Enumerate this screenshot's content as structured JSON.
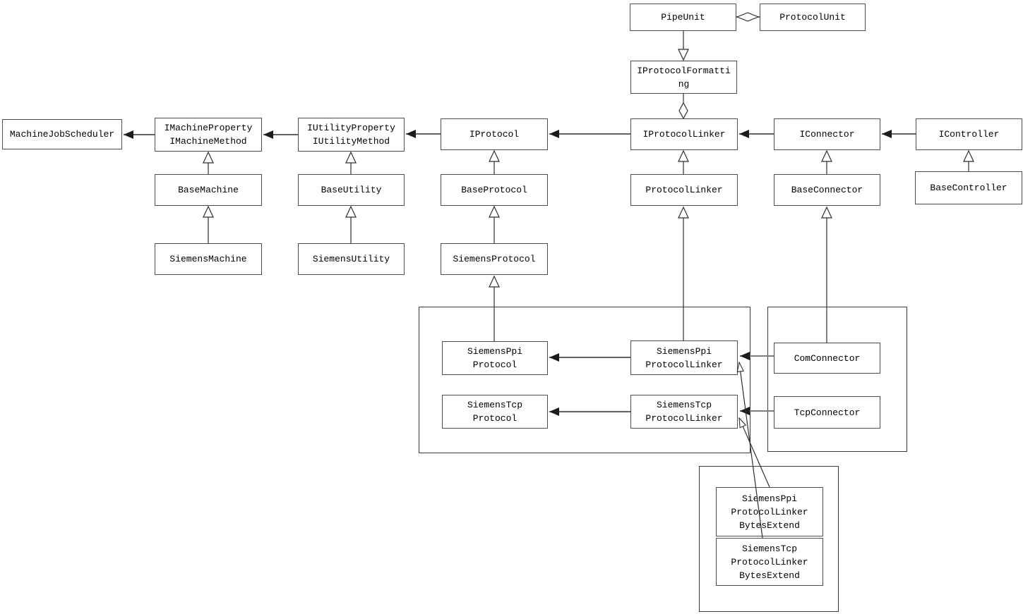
{
  "diagram": {
    "title": "UML class diagram - Siemens machine / protocol / connector hierarchy",
    "colors": {
      "background": "#ffffff",
      "line": "#2f2f2f",
      "gray_line": "#7d7d7d",
      "box_border": "#4d4d4d",
      "group_border": "#3a3a3a",
      "text": "#000000"
    },
    "classes": {
      "pipe_unit": "PipeUnit",
      "protocol_unit": "ProtocolUnit",
      "iprotocol_formatting": "IProtocolFormatti\nng",
      "machine_job_scheduler": "MachineJobScheduler",
      "imachine": "IMachineProperty\nIMachineMethod",
      "iutility": "IUtilityProperty\nIUtilityMethod",
      "iprotocol": "IProtocol",
      "iprotocol_linker": "IProtocolLinker",
      "iconnector": "IConnector",
      "icontroller": "IController",
      "base_machine": "BaseMachine",
      "base_utility": "BaseUtility",
      "base_protocol": "BaseProtocol",
      "protocol_linker": "ProtocolLinker",
      "base_connector": "BaseConnector",
      "base_controller": "BaseController",
      "siemens_machine": "SiemensMachine",
      "siemens_utility": "SiemensUtility",
      "siemens_protocol": "SiemensProtocol",
      "siemens_ppi_protocol": "SiemensPpi\nProtocol",
      "siemens_tcp_protocol": "SiemensTcp\nProtocol",
      "siemens_ppi_protocol_linker": "SiemensPpi\nProtocolLinker",
      "siemens_tcp_protocol_linker": "SiemensTcp\nProtocolLinker",
      "com_connector": "ComConnector",
      "tcp_connector": "TcpConnector",
      "siemens_ppi_protocol_linker_bytes_extend": "SiemensPpi\nProtocolLinker\nBytesExtend",
      "siemens_tcp_protocol_linker_bytes_extend": "SiemensTcp\nProtocolLinker\nBytesExtend"
    },
    "relationships": [
      {
        "from": "PipeUnit",
        "to": "ProtocolUnit",
        "type": "aggregation-open-diamond"
      },
      {
        "from": "PipeUnit",
        "to": "IProtocolFormatting",
        "type": "generalization-open-triangle-down"
      },
      {
        "from": "IProtocolFormatting",
        "to": "IProtocolLinker",
        "type": "aggregation-open-diamond"
      },
      {
        "from": "IMachineProperty/IMachineMethod",
        "to": "MachineJobScheduler",
        "type": "directed-association-solid-arrow"
      },
      {
        "from": "IUtilityProperty/IUtilityMethod",
        "to": "IMachineProperty/IMachineMethod",
        "type": "directed-association-solid-arrow"
      },
      {
        "from": "IProtocol",
        "to": "IUtilityProperty/IUtilityMethod",
        "type": "directed-association-solid-arrow"
      },
      {
        "from": "IProtocolLinker",
        "to": "IProtocol",
        "type": "directed-association-solid-arrow"
      },
      {
        "from": "IConnector",
        "to": "IProtocolLinker",
        "type": "directed-association-solid-arrow"
      },
      {
        "from": "IController",
        "to": "IConnector",
        "type": "directed-association-solid-arrow"
      },
      {
        "from": "BaseMachine",
        "to": "IMachineProperty/IMachineMethod",
        "type": "generalization"
      },
      {
        "from": "SiemensMachine",
        "to": "BaseMachine",
        "type": "generalization"
      },
      {
        "from": "BaseUtility",
        "to": "IUtilityProperty/IUtilityMethod",
        "type": "generalization"
      },
      {
        "from": "SiemensUtility",
        "to": "BaseUtility",
        "type": "generalization"
      },
      {
        "from": "BaseProtocol",
        "to": "IProtocol",
        "type": "generalization"
      },
      {
        "from": "SiemensProtocol",
        "to": "BaseProtocol",
        "type": "generalization"
      },
      {
        "from": "ProtocolLinker",
        "to": "IProtocolLinker",
        "type": "generalization"
      },
      {
        "from": "BaseConnector",
        "to": "IConnector",
        "type": "generalization"
      },
      {
        "from": "BaseController",
        "to": "IController",
        "type": "generalization"
      },
      {
        "from": "SiemensPpiProtocol",
        "to": "SiemensProtocol",
        "type": "generalization"
      },
      {
        "from": "SiemensPpiProtocolLinker",
        "to": "ProtocolLinker",
        "type": "generalization"
      },
      {
        "from": "ComConnector",
        "to": "BaseConnector",
        "type": "generalization"
      },
      {
        "from": "SiemensPpiProtocolLinker",
        "to": "SiemensPpiProtocol",
        "type": "directed-association-solid-arrow"
      },
      {
        "from": "SiemensTcpProtocolLinker",
        "to": "SiemensTcpProtocol",
        "type": "directed-association-solid-arrow"
      },
      {
        "from": "ComConnector",
        "to": "SiemensPpiProtocolLinker",
        "type": "directed-association-solid-arrow"
      },
      {
        "from": "TcpConnector",
        "to": "SiemensTcpProtocolLinker",
        "type": "directed-association-solid-arrow"
      },
      {
        "from": "SiemensTcpProtocolLinkerBytesExtend",
        "to": "SiemensPpiProtocolLinker",
        "type": "generalization-crossed"
      },
      {
        "from": "SiemensPpiProtocolLinkerBytesExtend",
        "to": "SiemensTcpProtocolLinker",
        "type": "generalization-crossed"
      }
    ]
  }
}
